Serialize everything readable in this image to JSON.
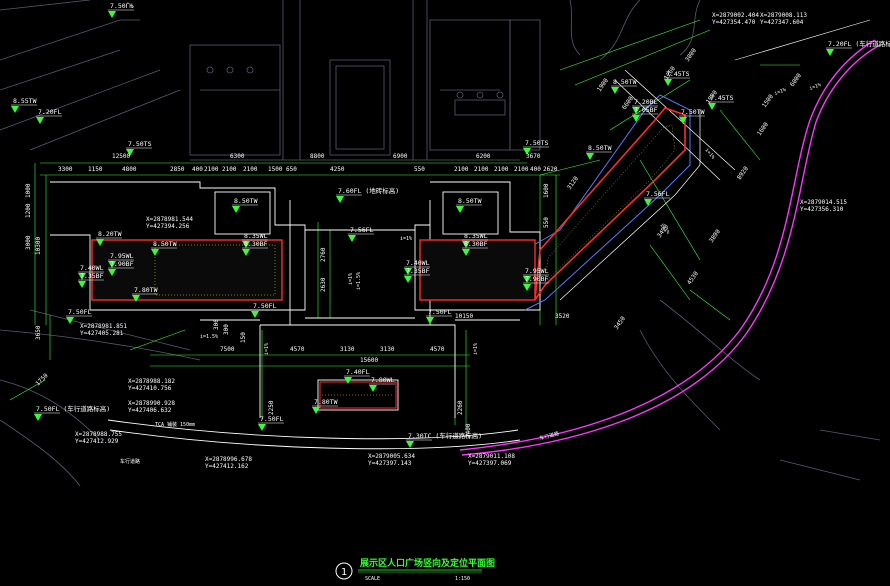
{
  "drawing": {
    "title": "展示区人口广场竖向及定位平面图",
    "number": "1",
    "scale_label": "SCALE",
    "scale_value": "1:150",
    "colors": {
      "background": "#000000",
      "line_white": "#ffffff",
      "dim_green": "#33ff33",
      "planting_red": "#ff2a2a",
      "hatch_yellow": "#e6e600",
      "edge_magenta": "#ff33ff",
      "outline_blue": "#5577ff",
      "ghost_gray": "#5a5a6e"
    }
  },
  "levels": [
    {
      "id": "lv-7.50mi-top",
      "text": "7.50ЃЊ"
    },
    {
      "id": "lv-8.55tw",
      "text": "8.55TW"
    },
    {
      "id": "lv-7.20fl-left",
      "text": "7.20FL"
    },
    {
      "id": "lv-7.50ts-a",
      "text": "7.50TS"
    },
    {
      "id": "lv-7.60fl",
      "text": "7.60FL (地砖标高)"
    },
    {
      "id": "lv-8.50tw-l",
      "text": "8.50TW"
    },
    {
      "id": "lv-8.50tw-r",
      "text": "8.50TW"
    },
    {
      "id": "lv-8.35wl-l",
      "text": "8.35WL"
    },
    {
      "id": "lv-8.30bf-l",
      "text": "8.30BF"
    },
    {
      "id": "lv-8.35wl-r",
      "text": "8.35WL"
    },
    {
      "id": "lv-8.30bf-r",
      "text": "8.30BF"
    },
    {
      "id": "lv-8.50tw-a",
      "text": "8.50TW"
    },
    {
      "id": "lv-8.20tw",
      "text": "8.20TW"
    },
    {
      "id": "lv-7.40wl-l",
      "text": "7.40WL"
    },
    {
      "id": "lv-7.35bf-l",
      "text": "7.35BF"
    },
    {
      "id": "lv-7.95wl-l",
      "text": "7.95WL"
    },
    {
      "id": "lv-7.90bf-l",
      "text": "7.90BF"
    },
    {
      "id": "lv-7.80tw-l",
      "text": "7.80TW"
    },
    {
      "id": "lv-7.56fl-mid",
      "text": "7.56FL"
    },
    {
      "id": "lv-7.50fl-a",
      "text": "7.50FL"
    },
    {
      "id": "lv-7.50fl-b",
      "text": "7.50FL"
    },
    {
      "id": "lv-7.50fl-c",
      "text": "7.50FL"
    },
    {
      "id": "lv-7.40wl-r",
      "text": "7.40WL"
    },
    {
      "id": "lv-7.35bf-r",
      "text": "7.35BF"
    },
    {
      "id": "lv-7.95wl-r",
      "text": "7.95WL"
    },
    {
      "id": "lv-7.90bf-r",
      "text": "7.90BF"
    },
    {
      "id": "lv-7.50ts-b",
      "text": "7.50TS"
    },
    {
      "id": "lv-8.50tw-c",
      "text": "8.50TW"
    },
    {
      "id": "lv-8.50tw-d",
      "text": "8.50TW"
    },
    {
      "id": "lv-7.45ts",
      "text": "7.45TS"
    },
    {
      "id": "lv-7.20bl",
      "text": "7.20BL"
    },
    {
      "id": "lv-7.05bf",
      "text": "7.05BF"
    },
    {
      "id": "lv-7.50tw",
      "text": "7.50TW"
    },
    {
      "id": "lv-7.45ts-b",
      "text": "7.45TS"
    },
    {
      "id": "lv-7.56fl-r",
      "text": "7.56FL"
    },
    {
      "id": "lv-7.20fl-r",
      "text": "7.20FL (车行道路标高)"
    },
    {
      "id": "lv-7.40fl",
      "text": "7.40FL"
    },
    {
      "id": "lv-7.80wl",
      "text": "7.80WL"
    },
    {
      "id": "lv-7.80tw-b",
      "text": "7.80TW"
    },
    {
      "id": "lv-7.50fl-left",
      "text": "7.50FL (车行道路标高)"
    },
    {
      "id": "lv-7.30tc",
      "text": "7.30TC (车行道路标高)"
    },
    {
      "id": "lv-7.50fl-d",
      "text": "7.50FL"
    }
  ],
  "dimensions": [
    "12500",
    "6300",
    "8800",
    "6900",
    "6200",
    "3670",
    "3300",
    "1150",
    "4800",
    "2850",
    "400",
    "2100",
    "2100",
    "2100",
    "1500",
    "650",
    "4250",
    "550",
    "2100",
    "2100",
    "2100",
    "2100",
    "400",
    "2620",
    "1000",
    "1200",
    "3000",
    "10300",
    "1600",
    "550",
    "3650",
    "1750",
    "2760",
    "2630",
    "7500",
    "4570",
    "3130",
    "3130",
    "4570",
    "15600",
    "10150",
    "3520",
    "300",
    "150",
    "300",
    "2250",
    "2260",
    "2400",
    "3120",
    "4530",
    "3490",
    "3450",
    "6600",
    "8920",
    "3890",
    "1600",
    "1500",
    "6000",
    "1990",
    "1260",
    "3000",
    "1900"
  ],
  "coordinates": [
    {
      "x": "X=2878981.544",
      "y": "Y=427394.256"
    },
    {
      "x": "X=2879002.404",
      "y": "Y=427354.470"
    },
    {
      "x": "X=2879008.113",
      "y": "Y=427347.604"
    },
    {
      "x": "X=2879014.515",
      "y": "Y=427356.310"
    },
    {
      "x": "X=2878981.851",
      "y": "Y=427405.281"
    },
    {
      "x": "X=2878988.182",
      "y": "Y=427410.756"
    },
    {
      "x": "X=2878990.928",
      "y": "Y=427406.632"
    },
    {
      "x": "X=2878988.755",
      "y": "Y=427412.929"
    },
    {
      "x": "X=2878996.678",
      "y": "Y=427412.162"
    },
    {
      "x": "X=2879005.634",
      "y": "Y=427397.143"
    },
    {
      "x": "X=2879011.108",
      "y": "Y=427397.069"
    }
  ],
  "notes": {
    "tca": "TCA 铺装 150mm",
    "slope_a": "i=1%",
    "slope_b": "i=1.5%",
    "slope_c": "i=1%",
    "slope_d": "i=1%",
    "slope_e": "i=1%",
    "slope_f": "i=1%",
    "slope_g": "i=1%",
    "slope_h": "i=1%",
    "slope_i": "i=1%",
    "slope_j": "i=1.5%",
    "road_a": "车行道路",
    "road_b": "车行道路"
  }
}
